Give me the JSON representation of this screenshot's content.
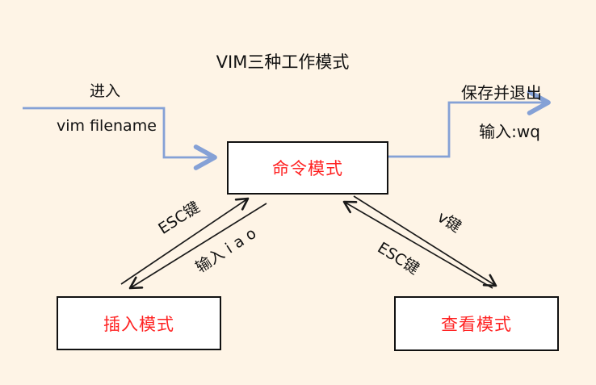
{
  "page": {
    "title": "VIM三种工作模式",
    "background_color": "#FEF4E6"
  },
  "colors": {
    "mode_text": "#FF2222",
    "connector_blue": "#85A1D6",
    "connector_black": "#1A1A1A",
    "box_border": "#111111"
  },
  "boxes": {
    "command": {
      "label": "命令模式"
    },
    "insert": {
      "label": "插入模式"
    },
    "view": {
      "label": "查看模式"
    }
  },
  "labels": {
    "enter": "进入",
    "vim_filename": "vim filename",
    "save_exit": "保存并退出",
    "wq": "输入:wq",
    "esc_left": "ESC键",
    "input_iao": "输入 i a o",
    "v_key": "v键",
    "esc_right": "ESC键"
  }
}
